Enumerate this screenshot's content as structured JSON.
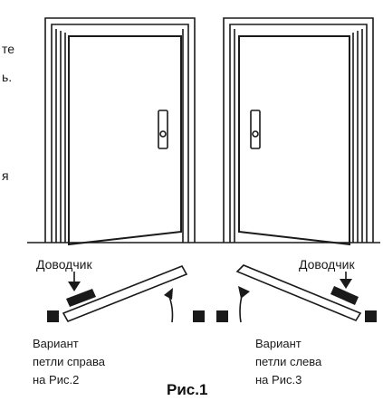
{
  "labels": {
    "closer_left": "Доводчик",
    "closer_right": "Доводчик",
    "variant_right_line1": "Вариант",
    "variant_right_line2": "петли справа",
    "variant_right_line3": "на Рис.2",
    "variant_left_line1": "Вариант",
    "variant_left_line2": "петли слева",
    "variant_left_line3": "на Рис.3",
    "figure_caption": "Рис.1"
  },
  "cropped_text": {
    "frag1": "те",
    "frag2": "ь.",
    "frag3": "я"
  },
  "colors": {
    "ink": "#1a1a1a",
    "background": "#ffffff"
  }
}
